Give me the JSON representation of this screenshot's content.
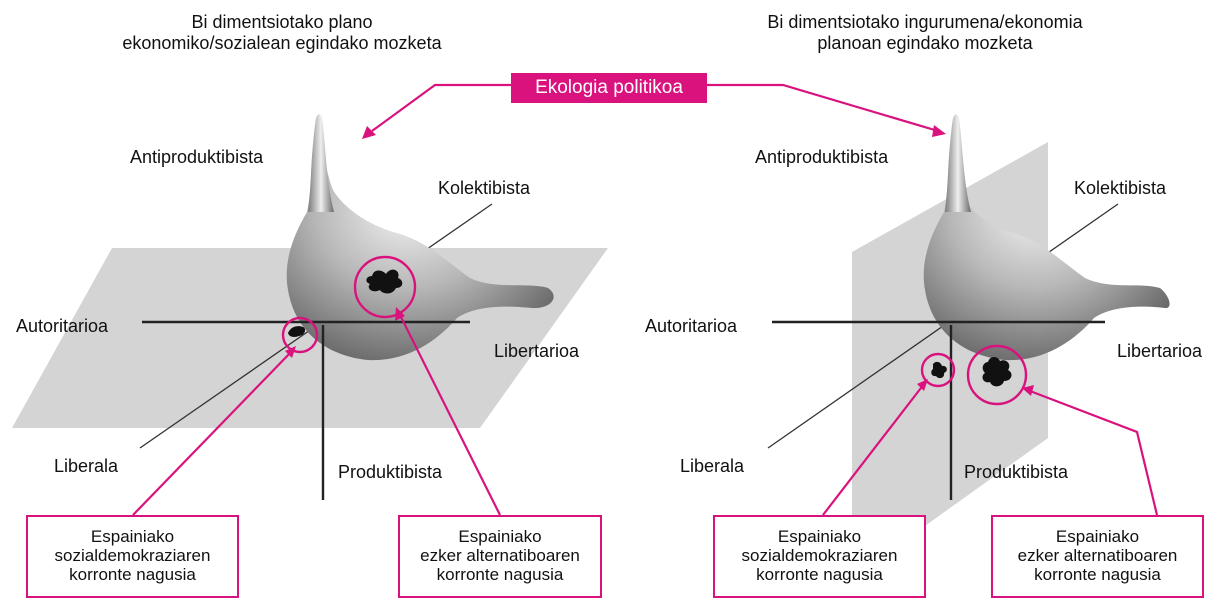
{
  "accent_color": "#d9127e",
  "center_label": "Ekologia politikoa",
  "panels": [
    {
      "title": [
        "Bi dimentsiotako plano",
        "ekonomiko/sozialean egindako mozketa"
      ],
      "axes": {
        "top": "Antiproduktibista",
        "bottom": "Produktibista",
        "left": "Autoritarioa",
        "right": "Libertarioa",
        "diag_up": "Kolektibista",
        "diag_down": "Liberala"
      },
      "callouts": [
        [
          "Espainiako",
          "sozialdemokraziaren",
          "korronte nagusia"
        ],
        [
          "Espainiako",
          "ezker alternatiboaren",
          "korronte nagusia"
        ]
      ]
    },
    {
      "title": [
        "Bi dimentsiotako ingurumena/ekonomia",
        "planoan egindako mozketa"
      ],
      "axes": {
        "top": "Antiproduktibista",
        "bottom": "Produktibista",
        "left": "Autoritarioa",
        "right": "Libertarioa",
        "diag_up": "Kolektibista",
        "diag_down": "Liberala"
      },
      "callouts": [
        [
          "Espainiako",
          "sozialdemokraziaren",
          "korronte nagusia"
        ],
        [
          "Espainiako",
          "ezker alternatiboaren",
          "korronte nagusia"
        ]
      ]
    }
  ]
}
